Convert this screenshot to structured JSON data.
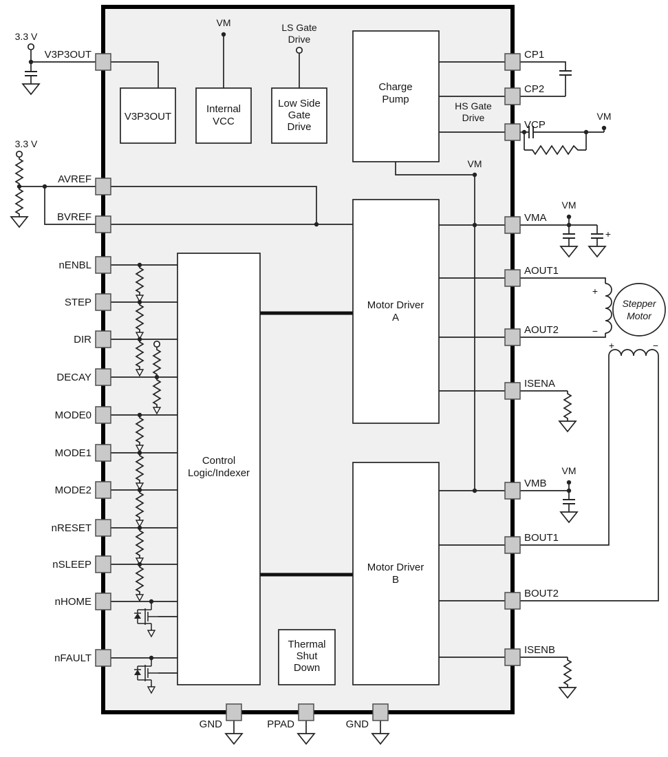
{
  "pins": {
    "left": [
      "V3P3OUT",
      "AVREF",
      "BVREF",
      "nENBL",
      "STEP",
      "DIR",
      "DECAY",
      "MODE0",
      "MODE1",
      "MODE2",
      "nRESET",
      "nSLEEP",
      "nHOME",
      "nFAULT"
    ],
    "right": [
      "CP1",
      "CP2",
      "VCP",
      "VMA",
      "AOUT1",
      "AOUT2",
      "ISENA",
      "VMB",
      "BOUT1",
      "BOUT2",
      "ISENB"
    ],
    "bottom": [
      "GND",
      "PPAD",
      "GND"
    ]
  },
  "blocks": {
    "v3p3out": [
      "V3P3OUT"
    ],
    "internal_vcc": [
      "Internal",
      "VCC"
    ],
    "low_side_gate_drive": [
      "Low Side",
      "Gate",
      "Drive"
    ],
    "charge_pump": [
      "Charge",
      "Pump"
    ],
    "motor_driver_a": [
      "Motor Driver",
      "A"
    ],
    "motor_driver_b": [
      "Motor Driver",
      "B"
    ],
    "control_logic_indexer": [
      "Control",
      "Logic/Indexer"
    ],
    "thermal_shutdown": [
      "Thermal",
      "Shut",
      "Down"
    ]
  },
  "nets": {
    "vm": "VM",
    "v3p3": "3.3 V",
    "ls_gate_drive": [
      "LS Gate",
      "Drive"
    ],
    "hs_gate_drive": [
      "HS Gate",
      "Drive"
    ]
  },
  "polarity": {
    "plus": "+",
    "minus": "−"
  },
  "motor": {
    "label": [
      "Stepper",
      "Motor"
    ]
  },
  "colors": {
    "ic_fill": "#f0f0f0",
    "block_fill": "#ffffff",
    "pin_fill": "#c9c9c9",
    "line": "#232323"
  }
}
